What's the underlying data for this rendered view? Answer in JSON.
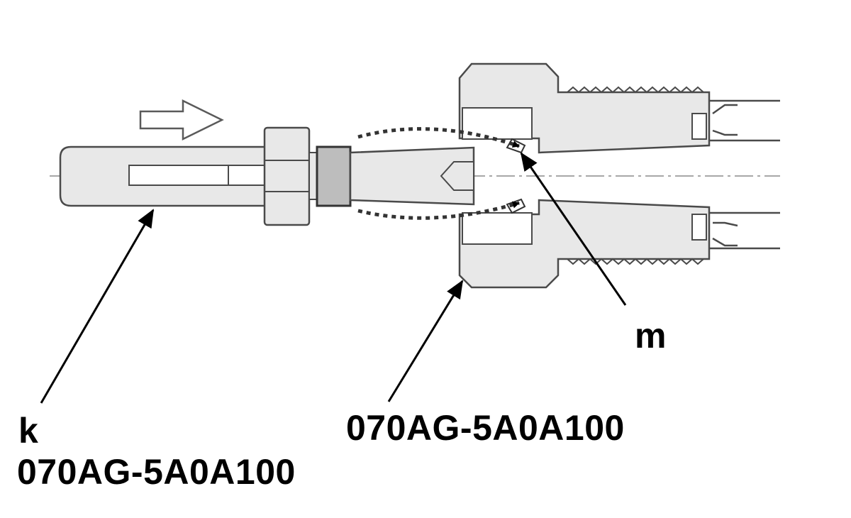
{
  "labels": {
    "k": "k",
    "k_part": "070AG-5A0A100",
    "nut_part": "070AG-5A0A100",
    "m": "m"
  },
  "colors": {
    "part_fill": "#e8e8e8",
    "outline": "#4a4a4a",
    "dark_band": "#bdbdbd",
    "arrow": "#000000"
  },
  "icons": {
    "direction_arrow": "hollow-right-arrow-icon",
    "insertion_path": "dotted-curved-arrow-icon"
  }
}
